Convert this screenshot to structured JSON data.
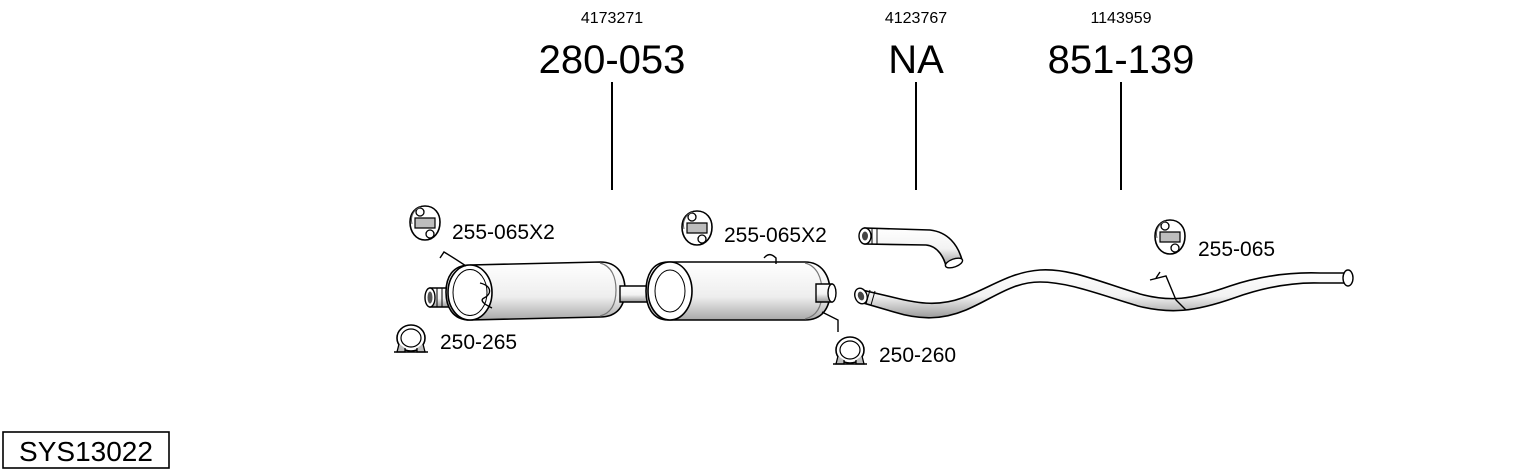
{
  "groups": [
    {
      "ref": "4173271",
      "part": "280-053"
    },
    {
      "ref": "4123767",
      "part": "NA"
    },
    {
      "ref": "1143959",
      "part": "851-139"
    }
  ],
  "accessories": {
    "hanger_left": "255-065X2",
    "hanger_mid": "255-065X2",
    "hanger_right": "255-065",
    "clamp_left": "250-265",
    "clamp_mid": "250-260"
  },
  "icons": {
    "hanger": "rubber-hanger-icon",
    "clamp": "pipe-clamp-icon"
  },
  "system_code": "SYS13022"
}
